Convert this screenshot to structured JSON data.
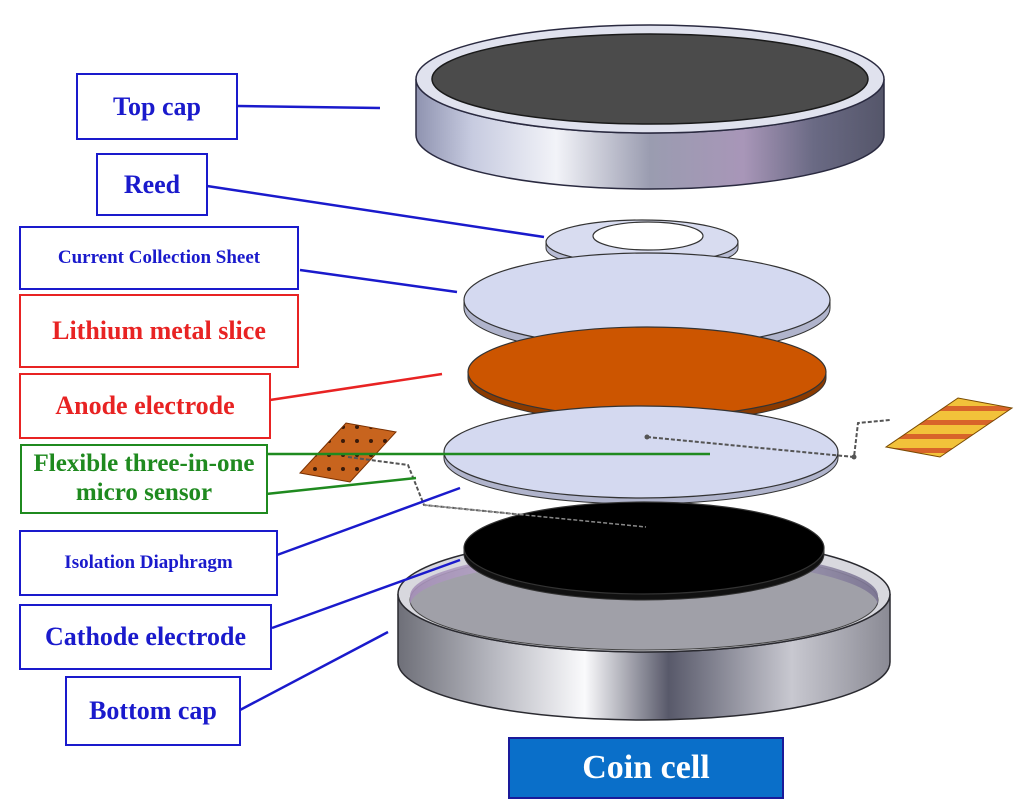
{
  "labels": {
    "top_cap": "Top cap",
    "reed": "Reed",
    "current_collection_sheet": "Current Collection Sheet",
    "lithium_metal_slice": "Lithium metal slice",
    "anode_electrode": "Anode electrode",
    "flexible_sensor": "Flexible three-in-one micro sensor",
    "isolation_diaphragm": "Isolation Diaphragm",
    "cathode_electrode": "Cathode electrode",
    "bottom_cap": "Bottom cap"
  },
  "title": "Coin cell",
  "colors": {
    "label_blue": "#1a1acc",
    "label_red": "#e82323",
    "label_green": "#1f8a1f",
    "title_bg": "#0a6fc9",
    "anode_fill": "#cc5500",
    "cathode_fill": "#000000",
    "sheet_fill": "#d4d9f0"
  }
}
